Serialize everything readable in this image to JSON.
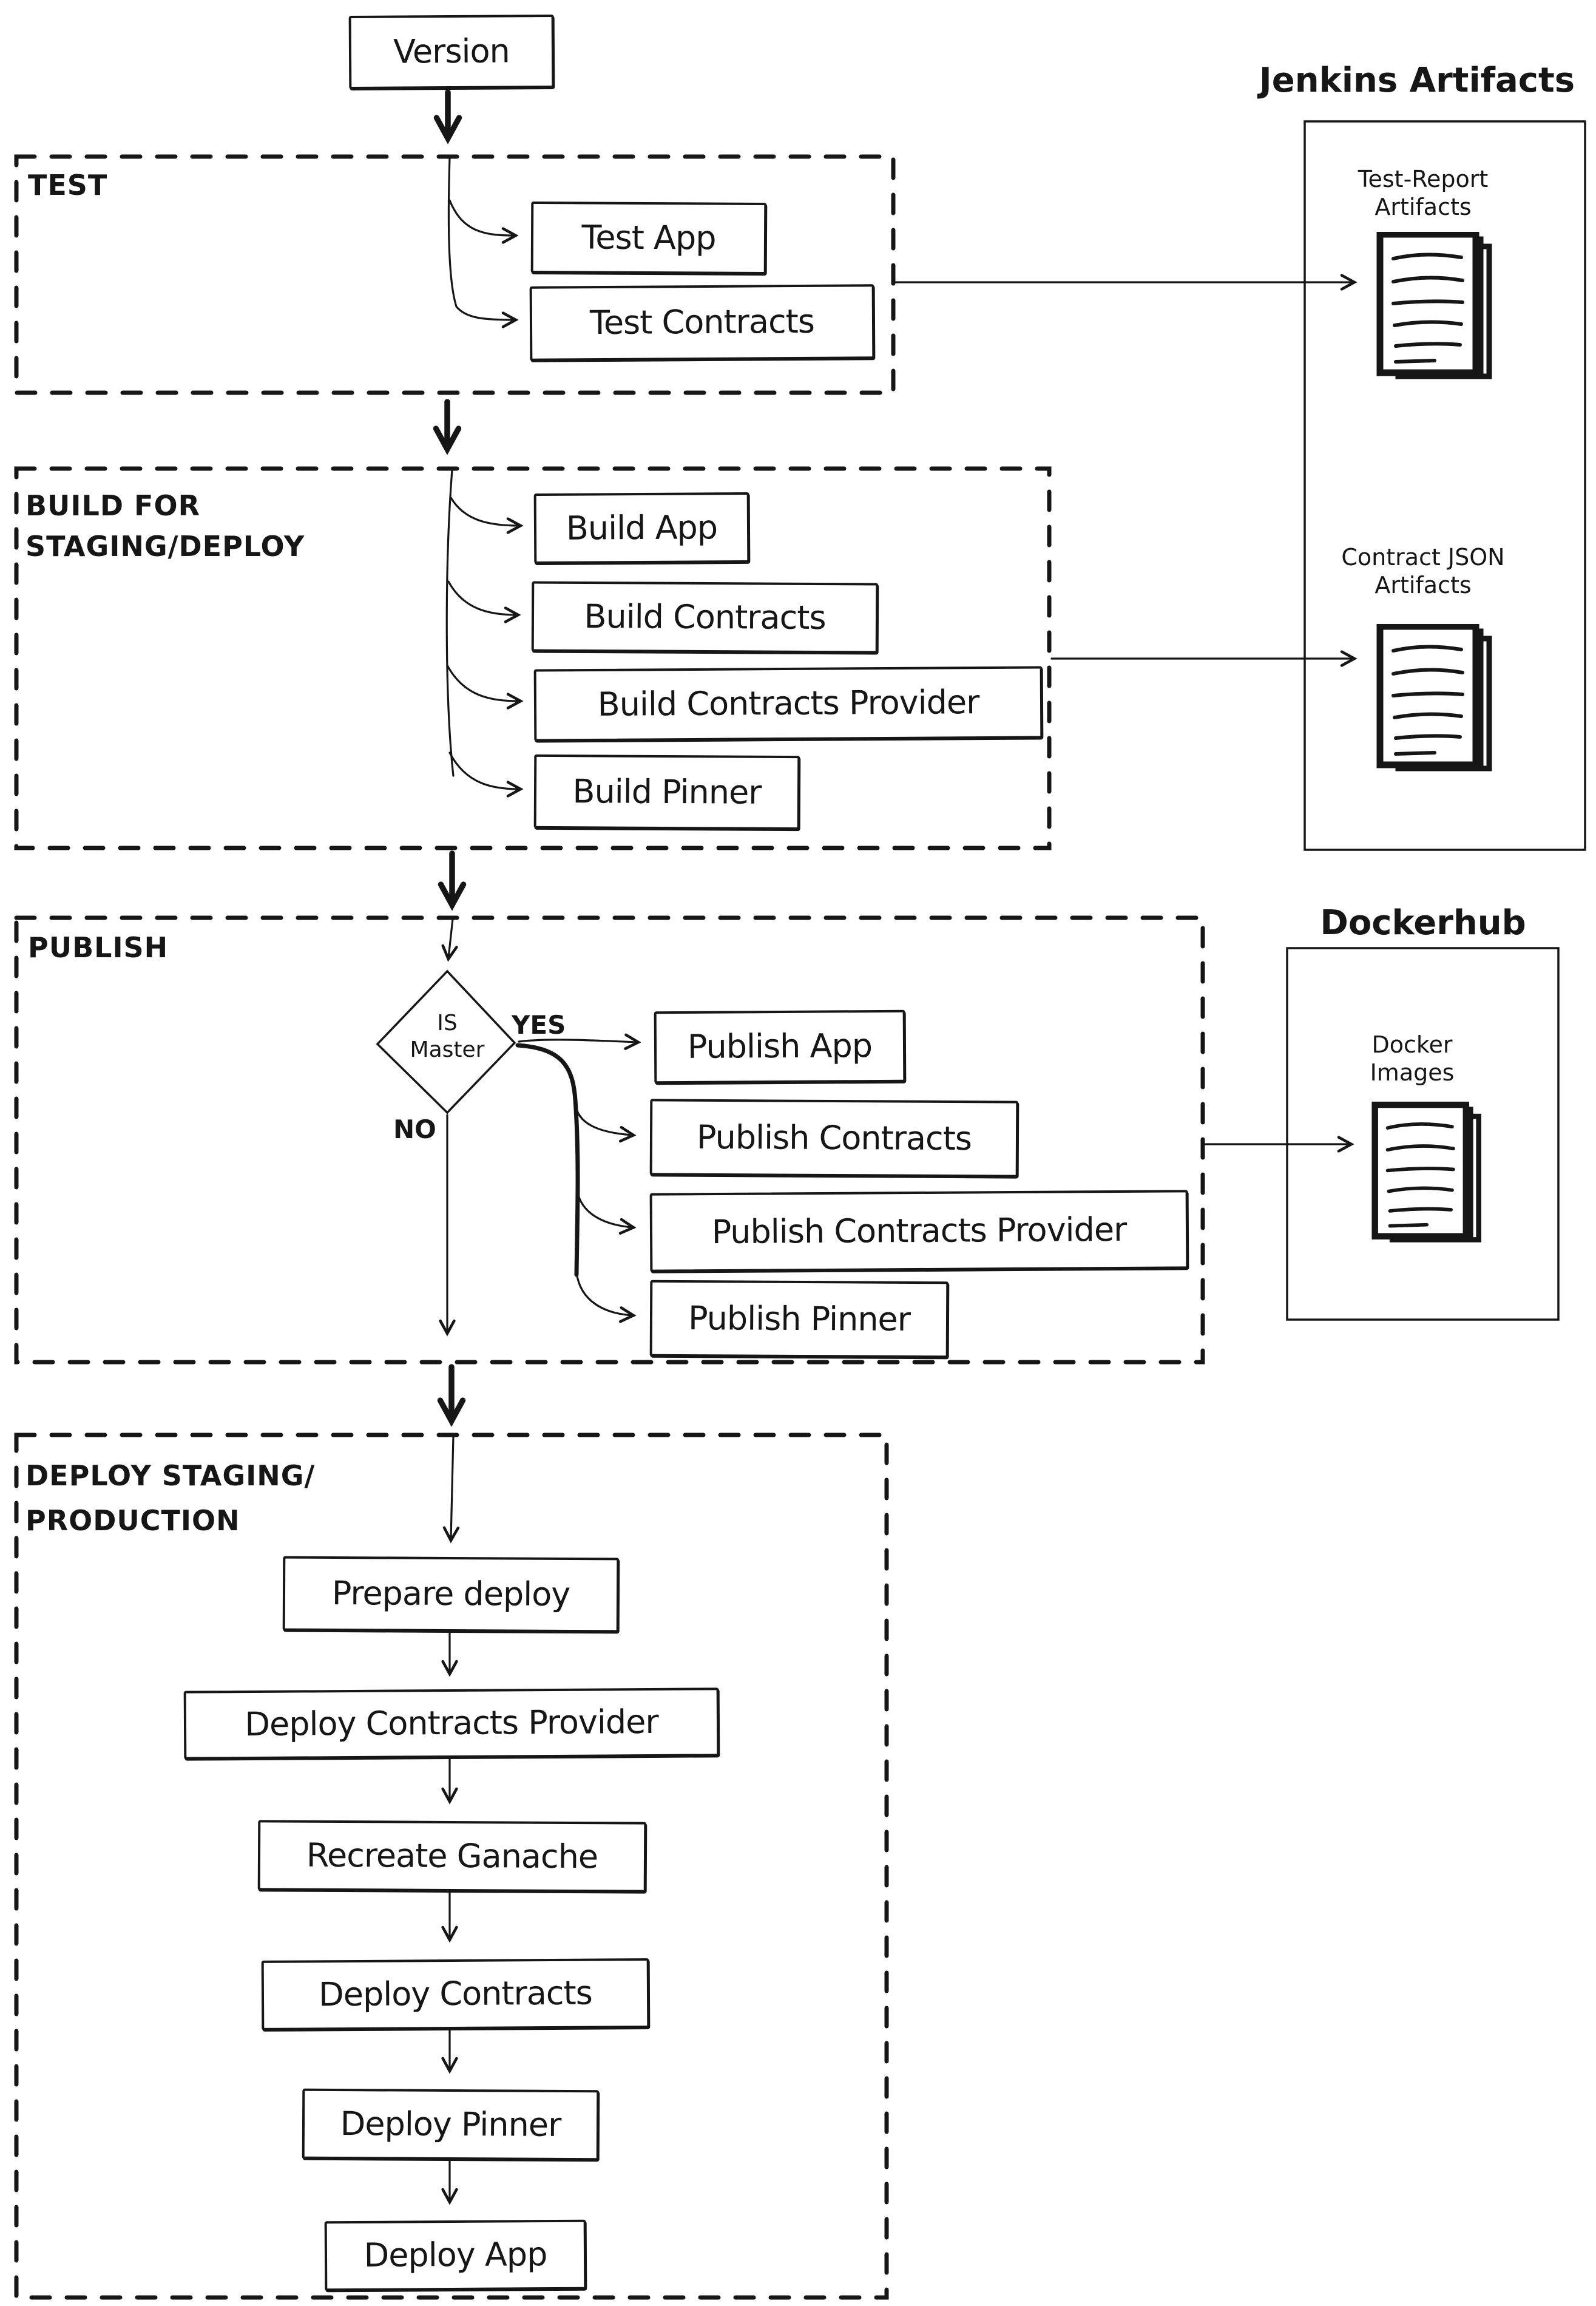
{
  "colors": {
    "ink": "#161616",
    "background": "#ffffff"
  },
  "flow": {
    "start": {
      "label": "Version"
    },
    "sections": {
      "test": {
        "title": "TEST",
        "nodes": {
          "test_app": "Test App",
          "test_contracts": "Test Contracts"
        }
      },
      "build": {
        "title_line1": "BUILD FOR",
        "title_line2": "STAGING/DEPLOY",
        "nodes": {
          "build_app": "Build App",
          "build_contracts": "Build Contracts",
          "build_contracts_provider": "Build Contracts Provider",
          "build_pinner": "Build Pinner"
        }
      },
      "publish": {
        "title": "PUBLISH",
        "decision": {
          "line1": "IS",
          "line2": "Master",
          "yes_label": "YES",
          "no_label": "NO"
        },
        "nodes": {
          "publish_app": "Publish App",
          "publish_contracts": "Publish Contracts",
          "publish_contracts_provider": "Publish Contracts Provider",
          "publish_pinner": "Publish Pinner"
        }
      },
      "deploy": {
        "title_line1": "DEPLOY STAGING/",
        "title_line2": "PRODUCTION",
        "nodes": {
          "prepare_deploy": "Prepare deploy",
          "deploy_contracts_provider": "Deploy Contracts Provider",
          "recreate_ganache": "Recreate Ganache",
          "deploy_contracts": "Deploy Contracts",
          "deploy_pinner": "Deploy Pinner",
          "deploy_app": "Deploy App"
        }
      }
    }
  },
  "external": {
    "jenkins": {
      "title": "Jenkins Artifacts",
      "items": [
        {
          "line1": "Test-Report",
          "line2": "Artifacts",
          "icon": "document-stack-icon"
        },
        {
          "line1": "Contract JSON",
          "line2": "Artifacts",
          "icon": "document-stack-icon"
        }
      ]
    },
    "dockerhub": {
      "title": "Dockerhub",
      "items": [
        {
          "line1": "Docker",
          "line2": "Images",
          "icon": "document-stack-icon"
        }
      ]
    }
  }
}
